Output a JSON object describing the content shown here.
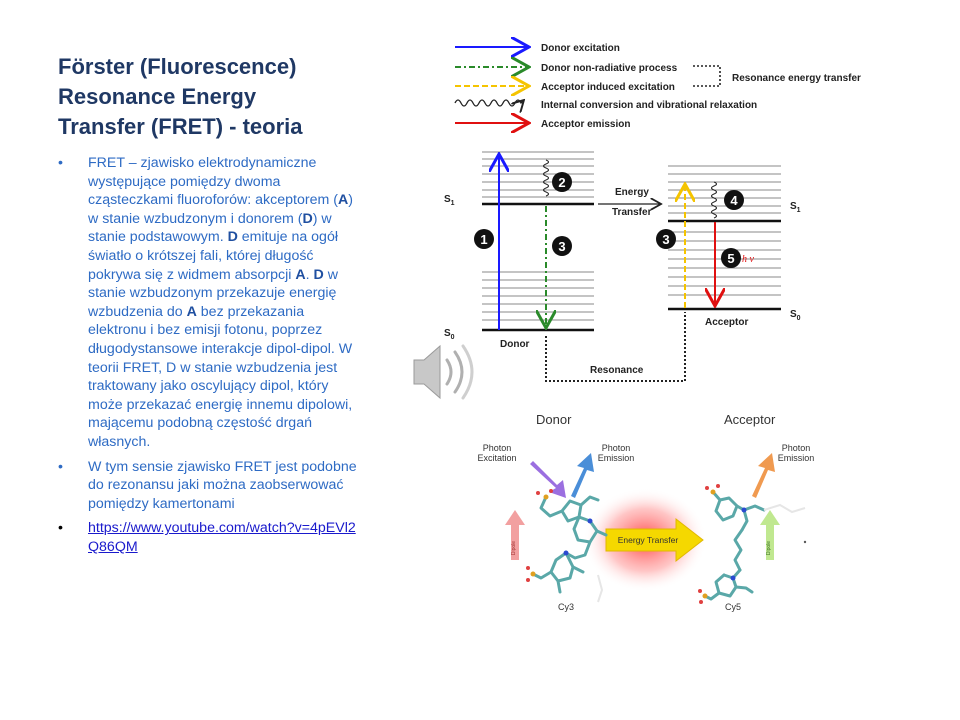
{
  "title_lines": [
    "Förster (Fluorescence)",
    "Resonance Energy",
    "Transfer (FRET) - teoria"
  ],
  "bullets": {
    "b1": {
      "t1": "FRET – zjawisko elektrodynamiczne występujące pomiędzy dwoma cząsteczkami fluoroforów: akceptorem (",
      "A1": "A",
      "t2": ") w stanie wzbudzonym i donorem (",
      "D1": "D",
      "t3": ") w stanie podstawowym. ",
      "D2": "D",
      "t4": " emituje na ogół światło o krótszej fali, której długość pokrywa się z widmem absorpcji ",
      "A2": "A",
      "t5": ". ",
      "D3": "D",
      "t6": " w stanie wzbudzonym przekazuje energię wzbudzenia do ",
      "A3": "A",
      "t7": " bez przekazania elektronu i bez emisji fotonu, poprzez długodystansowe interakcje dipol-dipol. W teorii FRET, D w stanie wzbudzenia jest traktowany jako oscylujący dipol, który może przekazać energię innemu dipolowi, mającemu podobną częstość drgań własnych."
    },
    "b2": "W tym sensie zjawisko FRET jest podobne do rezonansu jaki można zaobserwować pomiędzy kamertonami",
    "b3_link": "https://www.youtube.com/watch?v=4pEVl2Q86QM",
    "bullet_char": "•"
  },
  "legend": {
    "donor_excitation": "Donor excitation",
    "donor_nonrad": "Donor non-radiative  process",
    "acceptor_induced": "Acceptor induced excitation",
    "internal_conversion": "Internal conversion and vibrational relaxation",
    "acceptor_emission": "Acceptor emission",
    "ret": "Resonance energy transfer"
  },
  "diagram": {
    "s1": "S",
    "s1_sub": "1",
    "s0": "S",
    "s0_sub": "0",
    "donor": "Donor",
    "acceptor": "Acceptor",
    "energy": "Energy",
    "transfer": "Transfer",
    "resonance": "Resonance",
    "n1": "1",
    "n2": "2",
    "n3": "3",
    "n4": "4",
    "n5": "5",
    "hv": "h ν"
  },
  "molecules": {
    "donor_title": "Donor",
    "acceptor_title": "Acceptor",
    "photon_excitation_1": "Photon",
    "photon_excitation_2": "Excitation",
    "photon_emission_1": "Photon",
    "photon_emission_2": "Emission",
    "photon_emission_b1": "Photon",
    "photon_emission_b2": "Emission",
    "energy_transfer": "Energy Transfer",
    "cy3": "Cy3",
    "cy5": "Cy5",
    "small_arrow_label": "Dipole"
  },
  "colors": {
    "title": "#1f3864",
    "body": "#2e6bc4",
    "donor_excitation": "#1a1aff",
    "donor_nonrad": "#2a8a2a",
    "acceptor_induced": "#f5c400",
    "acceptor_emission": "#e01010"
  }
}
